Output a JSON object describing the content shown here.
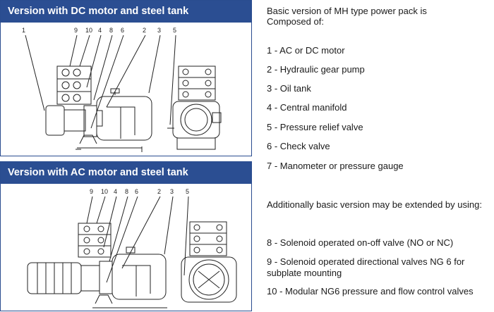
{
  "panels": [
    {
      "title": "Version with DC motor and steel tank",
      "callouts": [
        "1",
        "9",
        "10",
        "4",
        "8",
        "6",
        "2",
        "3",
        "5"
      ]
    },
    {
      "title": "Version with AC motor and steel tank",
      "callouts": [
        "9",
        "10",
        "4",
        "8",
        "6",
        "2",
        "3",
        "5"
      ]
    }
  ],
  "description": {
    "intro_line1": "Basic version of MH type power pack is",
    "intro_line2": "Composed of:",
    "basic_items": [
      "1 - AC or DC motor",
      "2 - Hydraulic gear pump",
      "3 - Oil tank",
      "4 - Central manifold",
      "5 - Pressure relief valve",
      "6 - Check valve",
      "7 - Manometer or pressure gauge"
    ],
    "extended_intro": "Additionally basic version may be extended by using:",
    "extended_items": [
      "8 - Solenoid operated on-off valve (NO or NC)",
      "9 - Solenoid operated directional valves NG 6 for subplate mounting",
      "10 - Modular NG6 pressure and flow  control valves"
    ]
  },
  "colors": {
    "header_bg": "#2b4e92",
    "header_text": "#ffffff",
    "line": "#222222"
  }
}
